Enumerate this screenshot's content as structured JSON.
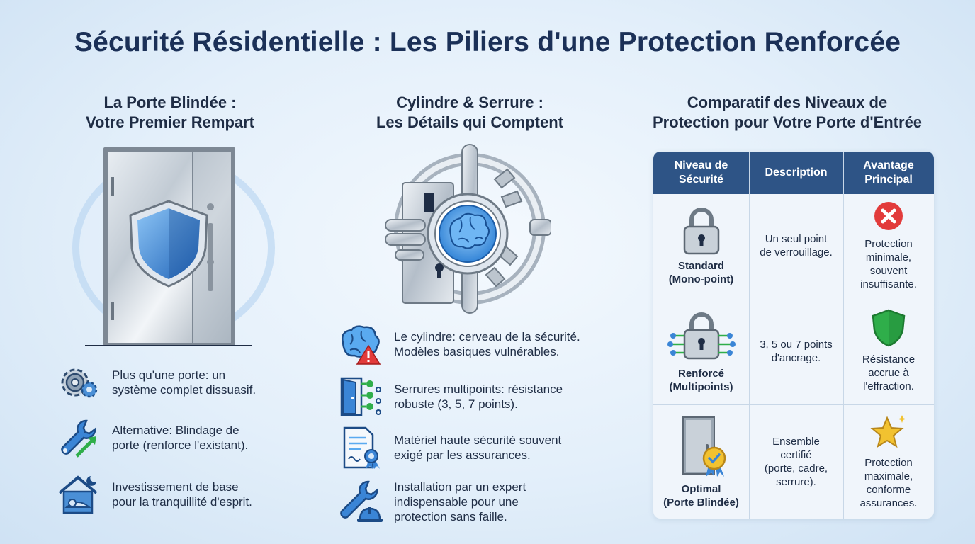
{
  "title": "Sécurité Résidentielle : Les Piliers d'une Protection Renforcée",
  "col1": {
    "title": [
      "La Porte Blindée :",
      "Votre Premier Rempart"
    ],
    "features": [
      {
        "icon": "gears-icon",
        "lines": [
          "Plus qu'une porte: un",
          "système complet dissuasif."
        ]
      },
      {
        "icon": "wrench-arrow-icon",
        "lines": [
          "Alternative: Blindage de",
          "porte (renforce l'existant)."
        ]
      },
      {
        "icon": "sleeping-house-icon",
        "lines": [
          "Investissement de base",
          "pour la tranquillité d'esprit."
        ]
      }
    ]
  },
  "col2": {
    "title": [
      "Cylindre & Serrure :",
      "Les Détails qui Comptent"
    ],
    "features": [
      {
        "icon": "brain-warning-icon",
        "lines": [
          "Le cylindre: cerveau de la sécurité.",
          "Modèles basiques vulnérables."
        ]
      },
      {
        "icon": "multipoint-door-icon",
        "lines": [
          "Serrures multipoints: résistance",
          "robuste (3, 5, 7 points)."
        ]
      },
      {
        "icon": "certificate-icon",
        "lines": [
          "Matériel haute sécurité souvent",
          "exigé par les assurances."
        ]
      },
      {
        "icon": "wrench-helmet-icon",
        "lines": [
          "Installation par un expert",
          "indispensable pour une",
          "protection sans faille."
        ]
      }
    ]
  },
  "col3": {
    "title": [
      "Comparatif des Niveaux de",
      "Protection pour Votre Porte d'Entrée"
    ],
    "headers": [
      [
        "Niveau de",
        "Sécurité"
      ],
      [
        "Description"
      ],
      [
        "Avantage",
        "Principal"
      ]
    ],
    "rows": [
      {
        "level": [
          "Standard",
          "(Mono-point)"
        ],
        "desc": [
          "Un seul point",
          "de verrouillage."
        ],
        "adv": [
          "Protection",
          "minimale,",
          "souvent",
          "insuffisante."
        ],
        "level_icon": "padlock-icon",
        "adv_icon": "red-x-icon"
      },
      {
        "level": [
          "Renforcé",
          "(Multipoints)"
        ],
        "desc": [
          "3, 5 ou 7 points",
          "d'ancrage."
        ],
        "adv": [
          "Résistance",
          "accrue à",
          "l'effraction."
        ],
        "level_icon": "network-padlock-icon",
        "adv_icon": "green-shield-icon"
      },
      {
        "level": [
          "Optimal",
          "(Porte Blindée)"
        ],
        "desc": [
          "Ensemble",
          "certifié",
          "(porte, cadre,",
          "serrure)."
        ],
        "adv": [
          "Protection",
          "maximale,",
          "conforme",
          "assurances."
        ],
        "level_icon": "certified-door-icon",
        "adv_icon": "gold-star-icon"
      }
    ]
  },
  "colors": {
    "title": "#1b3057",
    "header": "#2e5486",
    "accent": "#3b8fe0"
  }
}
